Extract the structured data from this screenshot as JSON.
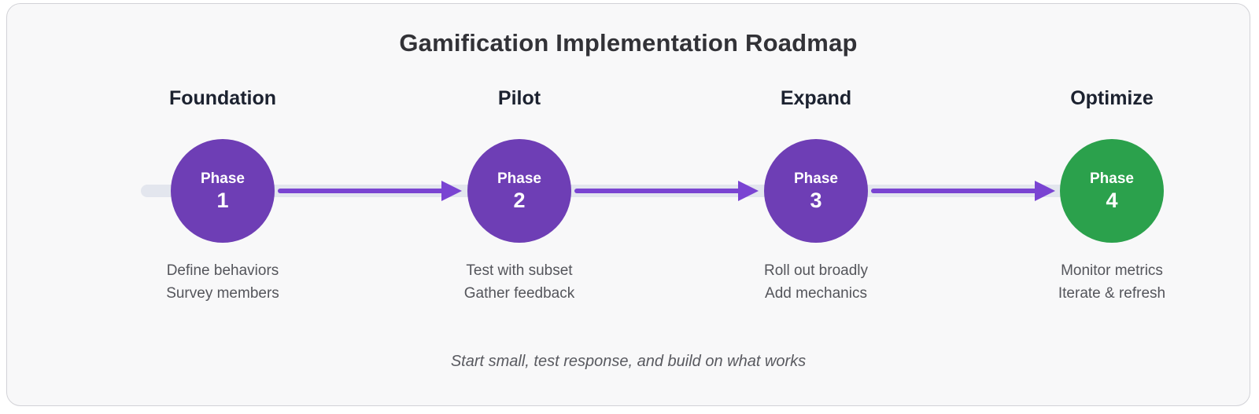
{
  "title": "Gamification Implementation Roadmap",
  "footnote": "Start small, test response, and build on what works",
  "colors": {
    "phase_purple": "#6e3eb5",
    "phase_green": "#2ba14c",
    "arrow_purple": "#7a44d2",
    "track_gray": "#e3e6ee",
    "card_background": "#f8f8f9",
    "card_border": "#d2d2d7"
  },
  "phases": [
    {
      "header": "Foundation",
      "badge_label": "Phase",
      "number": "1",
      "desc_line1": "Define behaviors",
      "desc_line2": "Survey members",
      "color": "#6e3eb5"
    },
    {
      "header": "Pilot",
      "badge_label": "Phase",
      "number": "2",
      "desc_line1": "Test with subset",
      "desc_line2": "Gather feedback",
      "color": "#6e3eb5"
    },
    {
      "header": "Expand",
      "badge_label": "Phase",
      "number": "3",
      "desc_line1": "Roll out broadly",
      "desc_line2": "Add mechanics",
      "color": "#6e3eb5"
    },
    {
      "header": "Optimize",
      "badge_label": "Phase",
      "number": "4",
      "desc_line1": "Monitor metrics",
      "desc_line2": "Iterate & refresh",
      "color": "#2ba14c"
    }
  ]
}
